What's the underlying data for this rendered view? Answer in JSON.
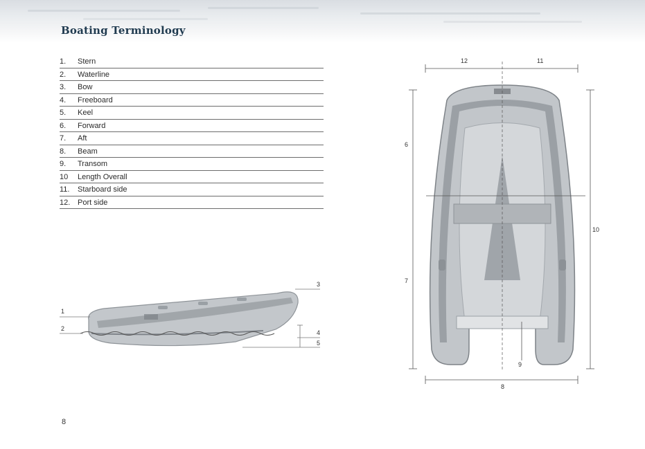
{
  "page": {
    "title": "Boating Terminology",
    "page_number": "8"
  },
  "terms": [
    {
      "num": "1.",
      "label": "Stern"
    },
    {
      "num": "2.",
      "label": "Waterline"
    },
    {
      "num": "3.",
      "label": "Bow"
    },
    {
      "num": "4.",
      "label": "Freeboard"
    },
    {
      "num": "5.",
      "label": "Keel"
    },
    {
      "num": "6.",
      "label": "Forward"
    },
    {
      "num": "7.",
      "label": "Aft"
    },
    {
      "num": "8.",
      "label": "Beam"
    },
    {
      "num": "9.",
      "label": "Transom"
    },
    {
      "num": "10",
      "label": "Length Overall"
    },
    {
      "num": "11.",
      "label": "Starboard side"
    },
    {
      "num": "12.",
      "label": "Port side"
    }
  ],
  "side_view_callouts": {
    "stern": "1",
    "waterline": "2",
    "bow": "3",
    "freeboard": "4",
    "keel": "5"
  },
  "top_view_callouts": {
    "port": "12",
    "starboard": "11",
    "forward": "6",
    "aft": "7",
    "length": "10",
    "beam": "8",
    "transom": "9"
  },
  "colors": {
    "title": "#1f3a4f",
    "rule": "#6c6c6c",
    "hull": "#b9bdc1",
    "tube": "#8c9196"
  }
}
